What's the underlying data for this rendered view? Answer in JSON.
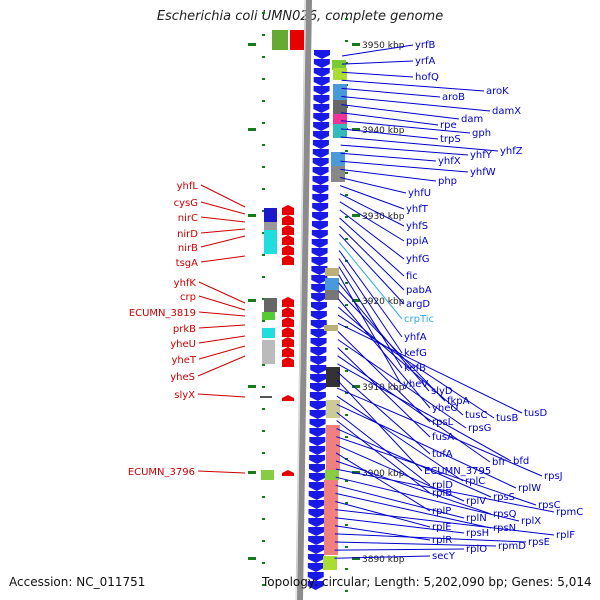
{
  "title": "Escherichia coli UMN026, complete genome",
  "footer": {
    "accession": "Accession: NC_011751",
    "summary": "Topology: circular; Length: 5,202,090 bp; Genes: 5,014"
  },
  "colors": {
    "forward": "#1a1ae6",
    "reverse": "#e60000",
    "label_forward": "#0000cc",
    "label_reverse": "#cc0000",
    "label_rna": "#33aadd",
    "scale": "#1a7a1a",
    "axis": "#8c8c8c"
  },
  "scale_labels": [
    "3950 kbp",
    "3940 kbp",
    "3930 kbp",
    "3920 kbp",
    "3910 kbp",
    "3900 kbp",
    "3890 kbp"
  ],
  "right_genes": [
    "yrfB",
    "yrfA",
    "hofQ",
    "aroK",
    "aroB",
    "damX",
    "dam",
    "rpe",
    "gph",
    "trpS",
    "yhfZ",
    "yhfY",
    "yhfX",
    "yhfW",
    "php",
    "yhfU",
    "yhfT",
    "yhfS",
    "ppiA",
    "yhfG",
    "fic",
    "pabA",
    "argD",
    "crpTic",
    "yhfA",
    "kefG",
    "kefB",
    "yheV",
    "slyD",
    "fkpA",
    "yheO",
    "tusC",
    "tusB",
    "tusD",
    "rpsL",
    "rpsG",
    "fusA",
    "bfr",
    "bfd",
    "tufA",
    "ECUMN_3795",
    "rpsJ",
    "rplC",
    "rplW",
    "rplD",
    "rplB",
    "rpsS",
    "rpsC",
    "rplV",
    "rplP",
    "rpsQ",
    "rpmC",
    "rplX",
    "rplN",
    "rpsN",
    "rplE",
    "rplF",
    "rpsH",
    "rplR",
    "rpsE",
    "rpmD",
    "rplO",
    "secY"
  ],
  "left_genes": [
    "yhfL",
    "cysG",
    "nirC",
    "nirD",
    "nirB",
    "tsgA",
    "yhfK",
    "crp",
    "ECUMN_3819",
    "prkB",
    "yheU",
    "yheT",
    "yheS",
    "slyX",
    "ECUMN_3796"
  ]
}
